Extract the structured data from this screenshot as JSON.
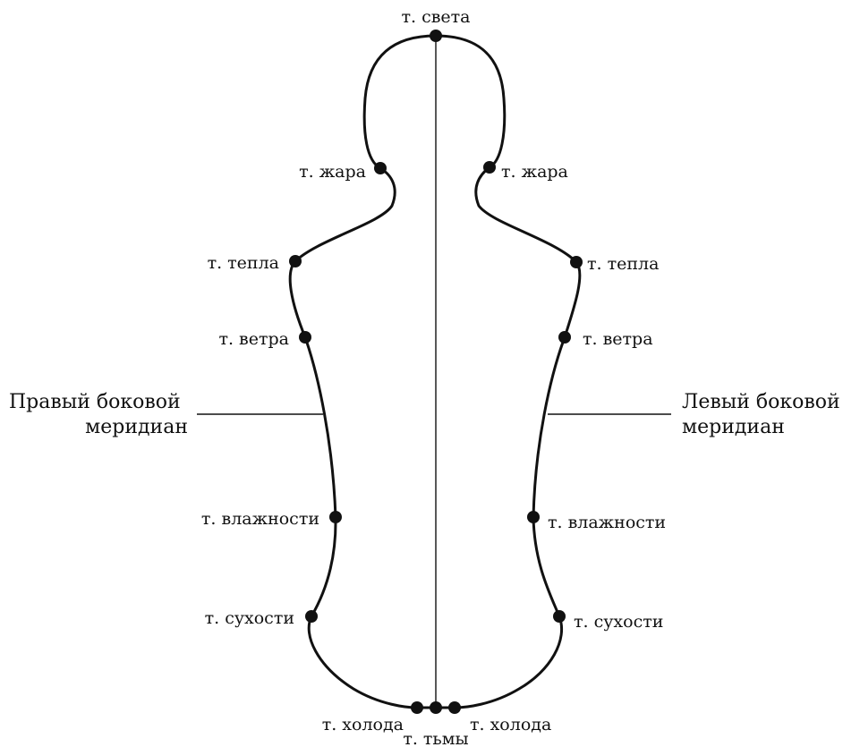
{
  "points": {
    "light": "т. света",
    "heat_left": "т. жара",
    "heat_right": "т. жара",
    "warmth_left": "т. тепла",
    "warmth_right": "т. тепла",
    "wind_left": "т. ветра",
    "wind_right": "т. ветра",
    "humidity_left": "т. влажности",
    "humidity_right": "т. влажности",
    "dryness_left": "т. сухости",
    "dryness_right": "т. сухости",
    "cold_left": "т. холода",
    "cold_right": "т. холода",
    "darkness": "т. тьмы"
  },
  "meridians": {
    "right": {
      "line1": "Правый боковой",
      "line2": "меридиан"
    },
    "left": {
      "line1": "Левый боковой",
      "line2": "меридиан"
    }
  }
}
